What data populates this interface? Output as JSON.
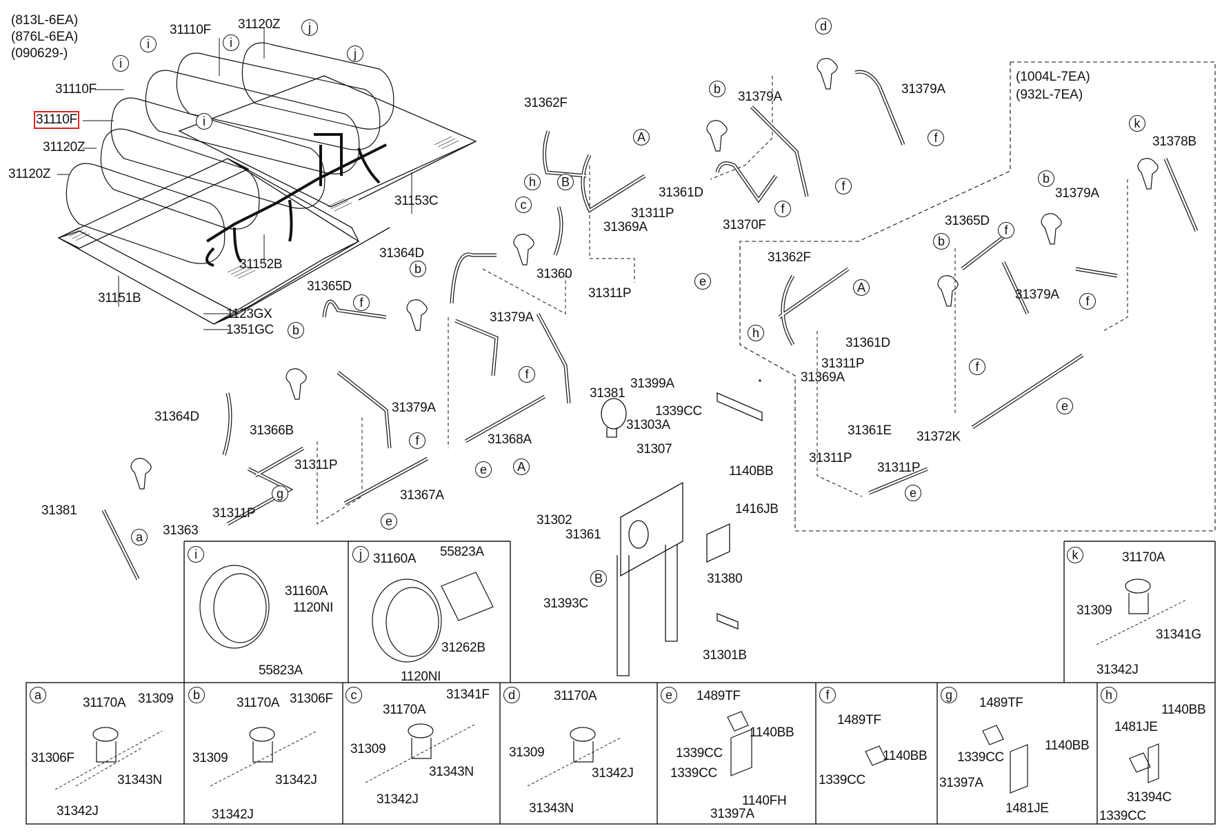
{
  "diagram": {
    "highlight_color": "#e02020",
    "highlighted_part": "31110F",
    "variant_notes_left": [
      "(813L-6EA)",
      "(876L-6EA)",
      "(090629-)"
    ],
    "variant_notes_right": [
      "(1004L-7EA)",
      "(932L-7EA)"
    ]
  },
  "labels": [
    {
      "id": "l1",
      "text": "31110F",
      "highlight": false
    },
    {
      "id": "l2",
      "text": "31120Z"
    },
    {
      "id": "l3",
      "text": "31110F"
    },
    {
      "id": "l4",
      "text": "31110F",
      "highlight": true
    },
    {
      "id": "l5",
      "text": "31120Z"
    },
    {
      "id": "l6",
      "text": "31120Z"
    },
    {
      "id": "l7",
      "text": "31153C"
    },
    {
      "id": "l8",
      "text": "31152B"
    },
    {
      "id": "l9",
      "text": "31151B"
    },
    {
      "id": "l10",
      "text": "1123GX"
    },
    {
      "id": "l11",
      "text": "1351GC"
    },
    {
      "id": "l12",
      "text": "31362F"
    },
    {
      "id": "l13",
      "text": "31311P"
    },
    {
      "id": "l14",
      "text": "31361D"
    },
    {
      "id": "l15",
      "text": "31369A"
    },
    {
      "id": "l16",
      "text": "31379A"
    },
    {
      "id": "l17",
      "text": "31370F"
    },
    {
      "id": "l18",
      "text": "31379A"
    },
    {
      "id": "l19",
      "text": "31364D"
    },
    {
      "id": "l20",
      "text": "31360"
    },
    {
      "id": "l21",
      "text": "31311P"
    },
    {
      "id": "l22",
      "text": "31365D"
    },
    {
      "id": "l23",
      "text": "31379A"
    },
    {
      "id": "l24",
      "text": "31381"
    },
    {
      "id": "l25",
      "text": "31364D"
    },
    {
      "id": "l26",
      "text": "31366B"
    },
    {
      "id": "l27",
      "text": "31379A"
    },
    {
      "id": "l28",
      "text": "31311P"
    },
    {
      "id": "l29",
      "text": "31368A"
    },
    {
      "id": "l30",
      "text": "31381"
    },
    {
      "id": "l31",
      "text": "31311P"
    },
    {
      "id": "l32",
      "text": "31367A"
    },
    {
      "id": "l33",
      "text": "31363"
    },
    {
      "id": "l34",
      "text": "31399A"
    },
    {
      "id": "l35",
      "text": "1339CC"
    },
    {
      "id": "l36",
      "text": "31303A"
    },
    {
      "id": "l37",
      "text": "31307"
    },
    {
      "id": "l38",
      "text": "1140BB"
    },
    {
      "id": "l39",
      "text": "31302"
    },
    {
      "id": "l40",
      "text": "31361"
    },
    {
      "id": "l41",
      "text": "1416JB"
    },
    {
      "id": "l42",
      "text": "31380"
    },
    {
      "id": "l43",
      "text": "31393C"
    },
    {
      "id": "l44",
      "text": "31301B"
    },
    {
      "id": "l45",
      "text": "31378B"
    },
    {
      "id": "l46",
      "text": "31379A"
    },
    {
      "id": "l47",
      "text": "31365D"
    },
    {
      "id": "l48",
      "text": "31362F"
    },
    {
      "id": "l49",
      "text": "31379A"
    },
    {
      "id": "l50",
      "text": "31361D"
    },
    {
      "id": "l51",
      "text": "31311P"
    },
    {
      "id": "l52",
      "text": "31369A"
    },
    {
      "id": "l53",
      "text": "31361E"
    },
    {
      "id": "l54",
      "text": "31372K"
    },
    {
      "id": "l55",
      "text": "31311P"
    },
    {
      "id": "l56",
      "text": "31311P"
    }
  ],
  "callouts": [
    {
      "id": "c1",
      "text": "i"
    },
    {
      "id": "c2",
      "text": "i"
    },
    {
      "id": "c3",
      "text": "i"
    },
    {
      "id": "c4",
      "text": "i"
    },
    {
      "id": "c5",
      "text": "j"
    },
    {
      "id": "c6",
      "text": "j"
    },
    {
      "id": "c7",
      "text": "h"
    },
    {
      "id": "c8",
      "text": "B"
    },
    {
      "id": "c9",
      "text": "A"
    },
    {
      "id": "c10",
      "text": "b"
    },
    {
      "id": "c11",
      "text": "f"
    },
    {
      "id": "c12",
      "text": "f"
    },
    {
      "id": "c13",
      "text": "d"
    },
    {
      "id": "c14",
      "text": "f"
    },
    {
      "id": "c15",
      "text": "c"
    },
    {
      "id": "c16",
      "text": "e"
    },
    {
      "id": "c17",
      "text": "b"
    },
    {
      "id": "c18",
      "text": "f"
    },
    {
      "id": "c19",
      "text": "b"
    },
    {
      "id": "c20",
      "text": "f"
    },
    {
      "id": "c21",
      "text": "f"
    },
    {
      "id": "c22",
      "text": "g"
    },
    {
      "id": "c23",
      "text": "e"
    },
    {
      "id": "c24",
      "text": "e"
    },
    {
      "id": "c25",
      "text": "a"
    },
    {
      "id": "c26",
      "text": "A"
    },
    {
      "id": "c27",
      "text": "B"
    },
    {
      "id": "c28",
      "text": "k"
    },
    {
      "id": "c29",
      "text": "b"
    },
    {
      "id": "c30",
      "text": "f"
    },
    {
      "id": "c31",
      "text": "A"
    },
    {
      "id": "c32",
      "text": "h"
    },
    {
      "id": "c33",
      "text": "b"
    },
    {
      "id": "c34",
      "text": "f"
    },
    {
      "id": "c35",
      "text": "f"
    },
    {
      "id": "c36",
      "text": "e"
    },
    {
      "id": "c37",
      "text": "e"
    }
  ],
  "detail_boxes": [
    {
      "tag": "i",
      "parts": [
        "31160A",
        "1120NI",
        "55823A"
      ]
    },
    {
      "tag": "j",
      "parts": [
        "31160A",
        "55823A",
        "31262B",
        "1120NI"
      ]
    },
    {
      "tag": "k",
      "parts": [
        "31170A",
        "31309",
        "31341G",
        "31342J"
      ]
    },
    {
      "tag": "a",
      "parts": [
        "31170A",
        "31309",
        "31306F",
        "31343N",
        "31342J"
      ]
    },
    {
      "tag": "b",
      "parts": [
        "31170A",
        "31306F",
        "31309",
        "31342J",
        "31342J"
      ]
    },
    {
      "tag": "c",
      "parts": [
        "31341F",
        "31170A",
        "31309",
        "31343N",
        "31342J"
      ]
    },
    {
      "tag": "d",
      "parts": [
        "31170A",
        "31309",
        "31342J",
        "31343N"
      ]
    },
    {
      "tag": "e",
      "parts": [
        "1489TF",
        "1140BB",
        "1339CC",
        "1339CC",
        "1140FH",
        "31397A"
      ]
    },
    {
      "tag": "f",
      "parts": [
        "1489TF",
        "1140BB",
        "1339CC"
      ]
    },
    {
      "tag": "g",
      "parts": [
        "1489TF",
        "1339CC",
        "1140BB",
        "31397A",
        "1481JE"
      ]
    },
    {
      "tag": "h",
      "parts": [
        "1140BB",
        "1481JE",
        "31394C",
        "1339CC"
      ]
    }
  ]
}
